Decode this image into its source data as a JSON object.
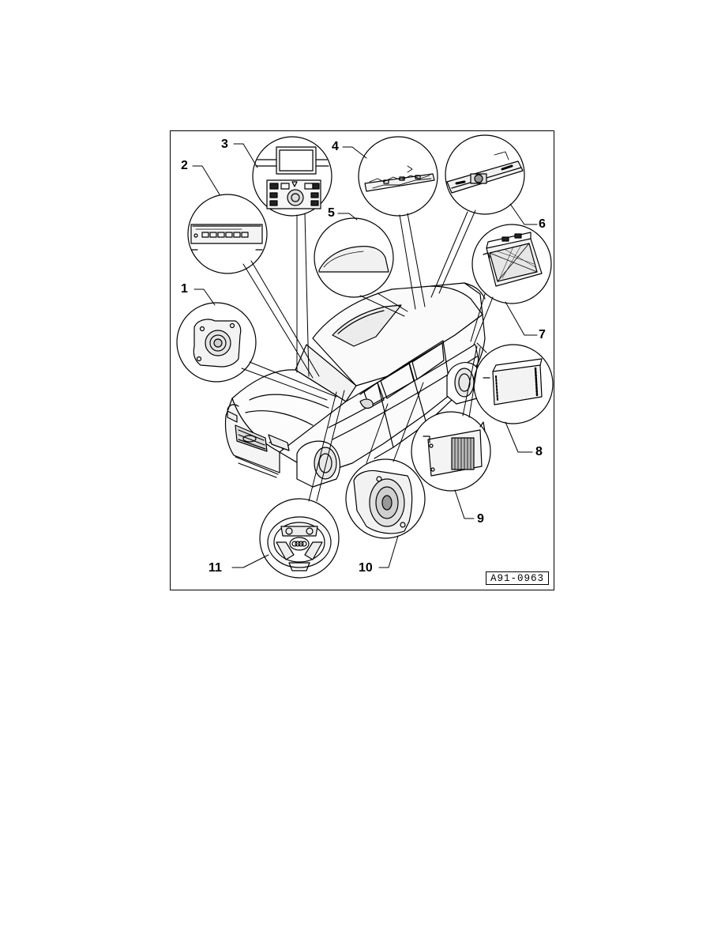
{
  "figure": {
    "code": "A91-0963",
    "callouts": [
      {
        "id": "1",
        "label": "1"
      },
      {
        "id": "2",
        "label": "2"
      },
      {
        "id": "3",
        "label": "3"
      },
      {
        "id": "4",
        "label": "4"
      },
      {
        "id": "5",
        "label": "5"
      },
      {
        "id": "6",
        "label": "6"
      },
      {
        "id": "7",
        "label": "7"
      },
      {
        "id": "8",
        "label": "8"
      },
      {
        "id": "9",
        "label": "9"
      },
      {
        "id": "10",
        "label": "10"
      },
      {
        "id": "11",
        "label": "11"
      }
    ]
  }
}
